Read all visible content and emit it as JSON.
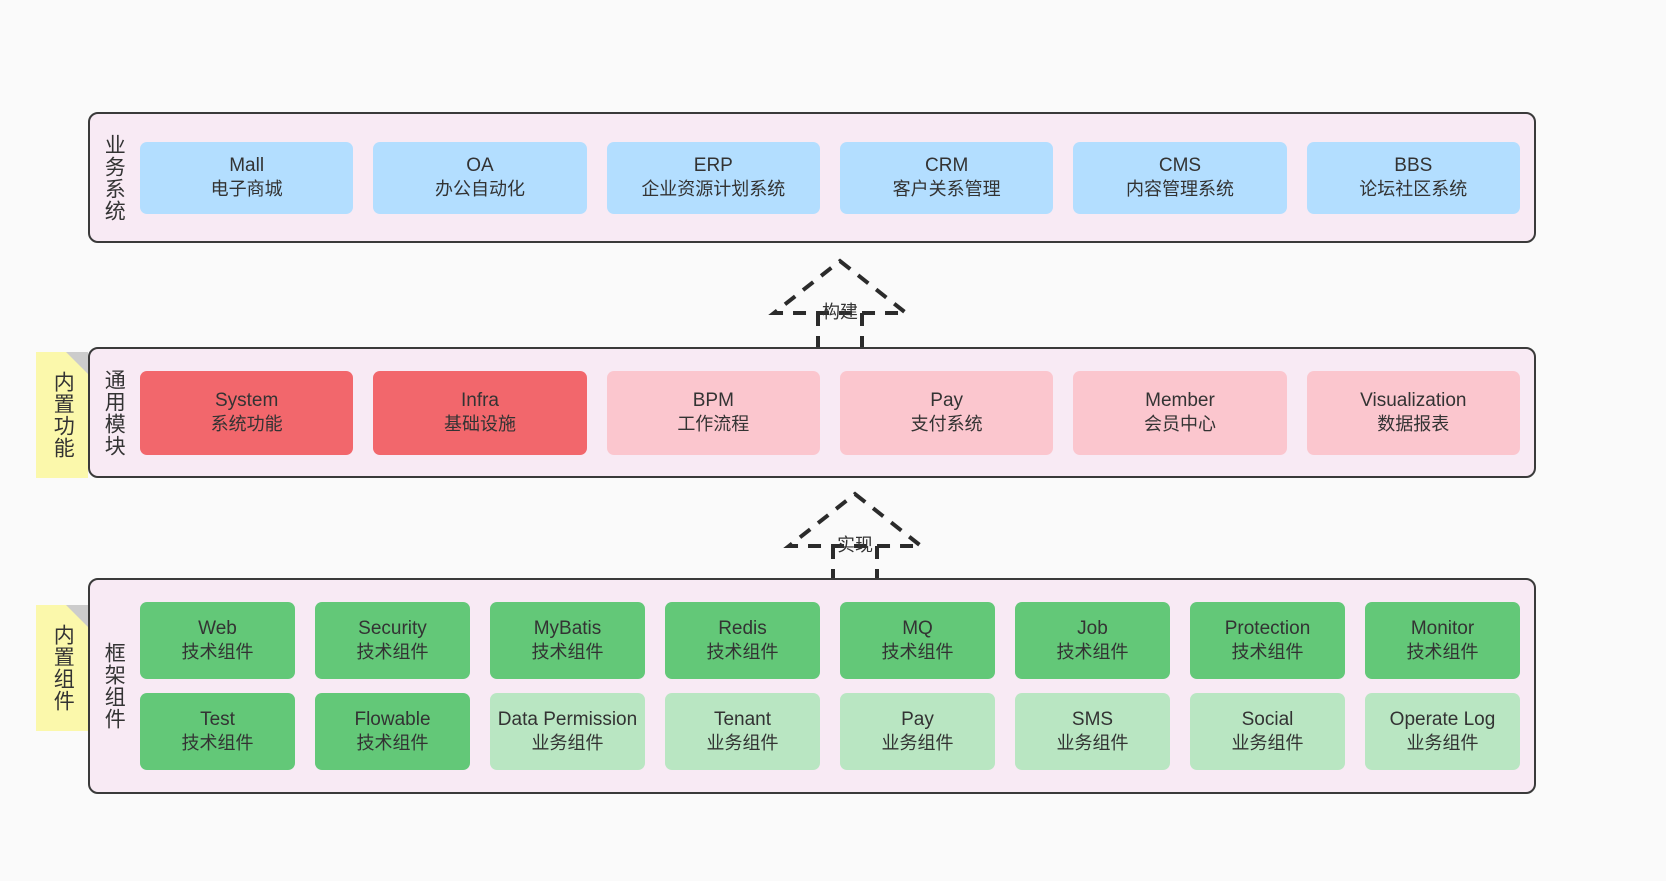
{
  "diagram": {
    "background_color": "#fafafa",
    "panel_color": "#f8eaf4",
    "border_color": "#3a3a3a",
    "sticky_color": "#fbf8ab"
  },
  "layers": [
    {
      "id": "business",
      "title": "业务系统",
      "rows": [
        {
          "nodes": [
            {
              "en": "Mall",
              "cn": "电子商城",
              "color": "blue"
            },
            {
              "en": "OA",
              "cn": "办公自动化",
              "color": "blue"
            },
            {
              "en": "ERP",
              "cn": "企业资源计划系统",
              "color": "blue"
            },
            {
              "en": "CRM",
              "cn": "客户关系管理",
              "color": "blue"
            },
            {
              "en": "CMS",
              "cn": "内容管理系统",
              "color": "blue"
            },
            {
              "en": "BBS",
              "cn": "论坛社区系统",
              "color": "blue"
            }
          ]
        }
      ]
    },
    {
      "id": "modules",
      "title": "通用模块",
      "sticky": "内置功能",
      "rows": [
        {
          "nodes": [
            {
              "en": "System",
              "cn": "系统功能",
              "color": "red"
            },
            {
              "en": "Infra",
              "cn": "基础设施",
              "color": "red"
            },
            {
              "en": "BPM",
              "cn": "工作流程",
              "color": "pink"
            },
            {
              "en": "Pay",
              "cn": "支付系统",
              "color": "pink"
            },
            {
              "en": "Member",
              "cn": "会员中心",
              "color": "pink"
            },
            {
              "en": "Visualization",
              "cn": "数据报表",
              "color": "pink"
            }
          ]
        }
      ]
    },
    {
      "id": "framework",
      "title": "框架组件",
      "sticky": "内置组件",
      "rows": [
        {
          "nodes": [
            {
              "en": "Web",
              "cn": "技术组件",
              "color": "green"
            },
            {
              "en": "Security",
              "cn": "技术组件",
              "color": "green"
            },
            {
              "en": "MyBatis",
              "cn": "技术组件",
              "color": "green"
            },
            {
              "en": "Redis",
              "cn": "技术组件",
              "color": "green"
            },
            {
              "en": "MQ",
              "cn": "技术组件",
              "color": "green"
            },
            {
              "en": "Job",
              "cn": "技术组件",
              "color": "green"
            },
            {
              "en": "Protection",
              "cn": "技术组件",
              "color": "green"
            },
            {
              "en": "Monitor",
              "cn": "技术组件",
              "color": "green"
            }
          ]
        },
        {
          "nodes": [
            {
              "en": "Test",
              "cn": "技术组件",
              "color": "green"
            },
            {
              "en": "Flowable",
              "cn": "技术组件",
              "color": "green"
            },
            {
              "en": "Data Permission",
              "cn": "业务组件",
              "color": "lightgreen",
              "wrap": true
            },
            {
              "en": "Tenant",
              "cn": "业务组件",
              "color": "lightgreen"
            },
            {
              "en": "Pay",
              "cn": "业务组件",
              "color": "lightgreen"
            },
            {
              "en": "SMS",
              "cn": "业务组件",
              "color": "lightgreen"
            },
            {
              "en": "Social",
              "cn": "业务组件",
              "color": "lightgreen"
            },
            {
              "en": "Operate Log",
              "cn": "业务组件",
              "color": "lightgreen"
            }
          ]
        }
      ]
    }
  ],
  "arrows": [
    {
      "id": "build",
      "label": "构建"
    },
    {
      "id": "implement",
      "label": "实现"
    }
  ]
}
